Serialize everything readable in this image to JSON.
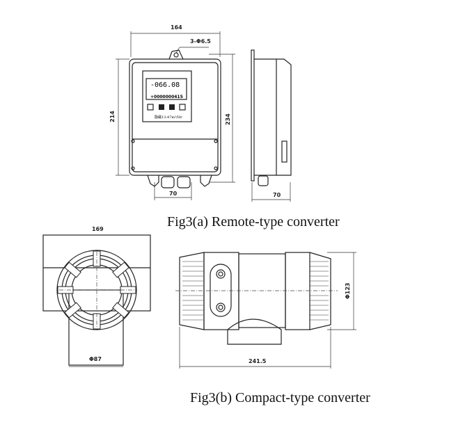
{
  "figure_a": {
    "caption": "Fig3(a) Remote-type converter",
    "dims": {
      "width": "164",
      "hole": "3-Φ6.5",
      "height_body": "214",
      "height_total": "234",
      "gland_spacing": "70",
      "depth": "70"
    },
    "display": {
      "main_value": "-066.08",
      "totalizer": "+0000000415",
      "status_line": "励磁13:47m³/Hr"
    }
  },
  "figure_b": {
    "caption": "Fig3(b) Compact-type converter",
    "dims": {
      "width": "169",
      "diameter_small": "Φ87",
      "length": "241.5",
      "diameter_large": "Φ123"
    }
  }
}
